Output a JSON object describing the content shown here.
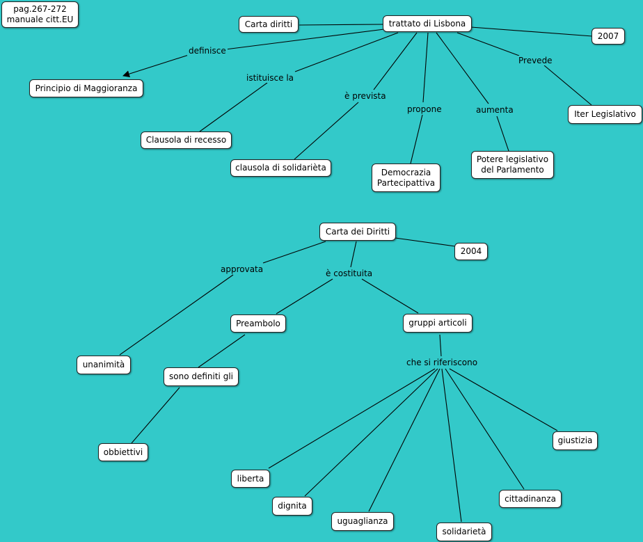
{
  "colors": {
    "background": "#33c9c9",
    "node_fill": "#ffffff",
    "line": "#000000"
  },
  "nodes": {
    "note": "pag.267-272\nmanuale citt.EU",
    "lisbona": "trattato di Lisbona",
    "carta_diritti": "Carta diritti",
    "y2007": "2007",
    "maggioranza": "Principio di Maggioranza",
    "recesso": "Clausola di recesso",
    "solidarieta_clausola": "clausola di solidarièta",
    "democrazia": "Democrazia\nPartecipattiva",
    "potere": "Potere legislativo\ndel Parlamento",
    "iter": "Iter Legislativo",
    "carta_dei_diritti": "Carta dei Diritti",
    "y2004": "2004",
    "preambolo": "Preambolo",
    "gruppi": "gruppi articoli",
    "unanimita": "unanimità",
    "definiti": "sono definiti gli",
    "obbiettivi": "obbiettivi",
    "liberta": "liberta",
    "dignita": "dignita",
    "uguaglianza": "uguaglianza",
    "solidarieta": "solidarietà",
    "cittadinanza": "cittadinanza",
    "giustizia": "giustizia"
  },
  "labels": {
    "definisce": "definisce",
    "istituisce": "istituisce la",
    "prevista": "è prevista",
    "propone": "propone",
    "aumenta": "aumenta",
    "prevede": "Prevede",
    "approvata": "approvata",
    "costituita": "è costituita",
    "riferiscono": "che si riferiscono"
  }
}
